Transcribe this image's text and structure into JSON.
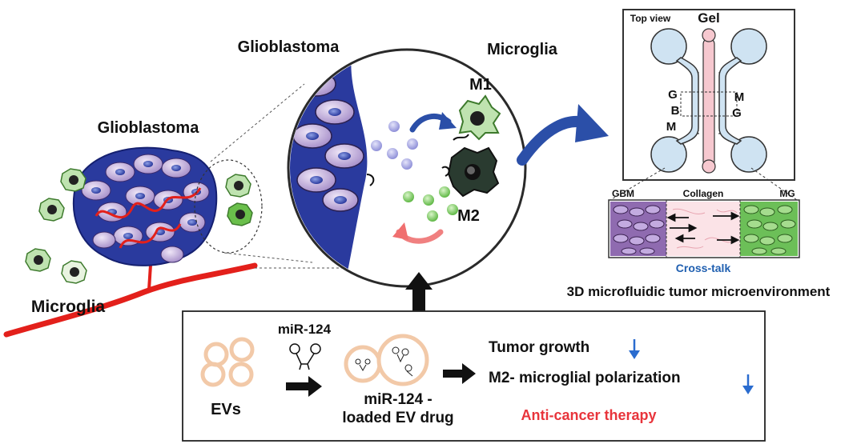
{
  "tumor_section": {
    "title": "Glioblastoma",
    "microglia_label": "Microglia"
  },
  "zoom_section": {
    "left_title": "Glioblastoma",
    "right_title": "Microglia",
    "m1_label": "M1",
    "m2_label": "M2"
  },
  "chip_section": {
    "top_view_label": "Top view",
    "gel_label": "Gel",
    "gbm_letters": [
      "G",
      "B",
      "M"
    ],
    "mg_letters": [
      "M",
      "G"
    ],
    "panel_headers": [
      "GBM",
      "Collagen",
      "MG"
    ],
    "crosstalk_label": "Cross-talk",
    "caption": "3D microfluidic tumor microenvironment"
  },
  "therapy_box": {
    "mirna_label": "miR-124",
    "evs_label": "EVs",
    "drug_label_line1": "miR-124 -",
    "drug_label_line2": "loaded EV drug",
    "effect_1": "Tumor growth",
    "effect_2": "M2- microglial polarization",
    "result_label": "Anti-cancer therapy"
  },
  "colors": {
    "tumor_blue": "#2a3a9e",
    "cell_purple": "#b8a2d6",
    "vessel_red": "#e3201b",
    "arrow_blue": "#2b4fa8",
    "m1_green": "#6abf4b",
    "m2_dark": "#2a3b30",
    "chip_channel": "#cfe3f2",
    "gel_pink": "#f6c8cf",
    "therapy_red": "#e8343b",
    "down_arrow_blue": "#2a6ccf"
  }
}
